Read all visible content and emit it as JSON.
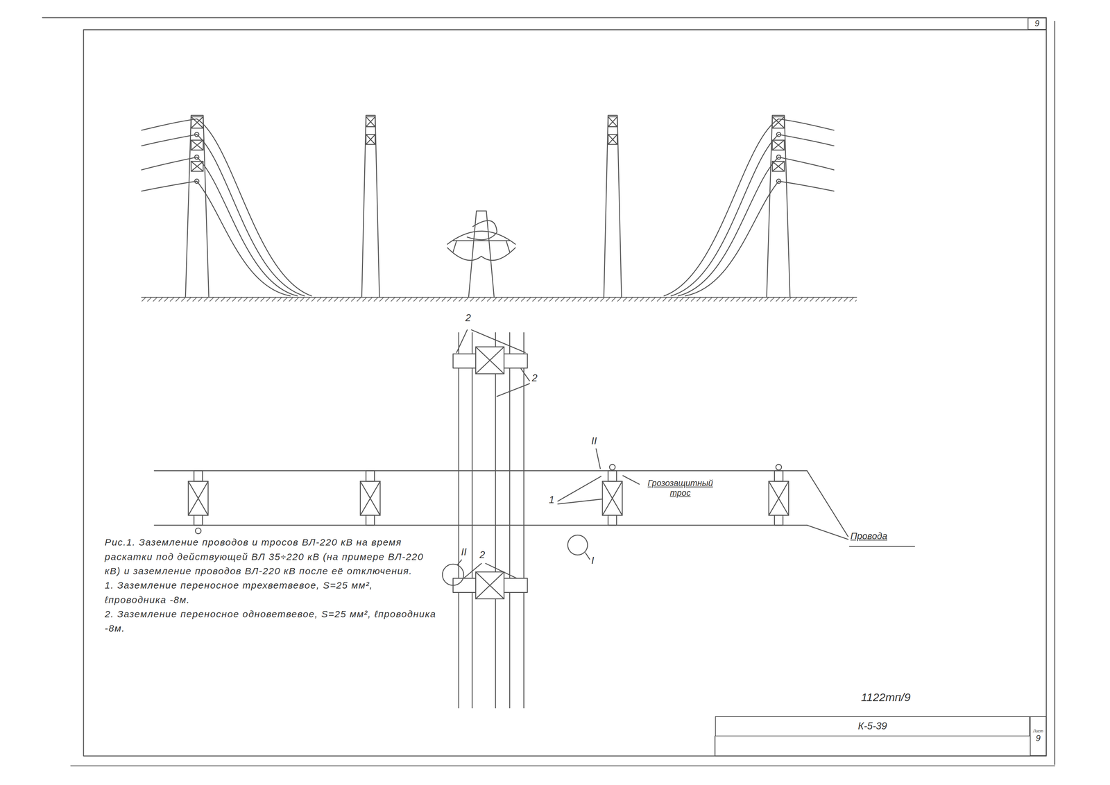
{
  "diagram": {
    "caption": "Рис.1. Заземление проводов и тросов ВЛ-220 кВ на время раскатки под действующей ВЛ 35÷220 кВ (на примере ВЛ-220 кВ) и заземление проводов ВЛ-220 кВ после её отключения.",
    "nodes": [
      {
        "text": [
          "9"
        ]
      },
      {
        "text": [
          "К-5-39"
        ]
      },
      {
        "text": [
          "Лист",
          "9"
        ]
      }
    ],
    "labels": [
      "2",
      "2",
      "II",
      "1",
      "Грозозащитный трос",
      "I",
      "Провода",
      "II",
      "2",
      "1. Заземление переносное трехветвевое, S=25 мм², ℓпроводника -8м.",
      "2. Заземление переносное одноветвевое, S=25 мм², ℓпроводника -8м.",
      "1122тп/9"
    ]
  }
}
